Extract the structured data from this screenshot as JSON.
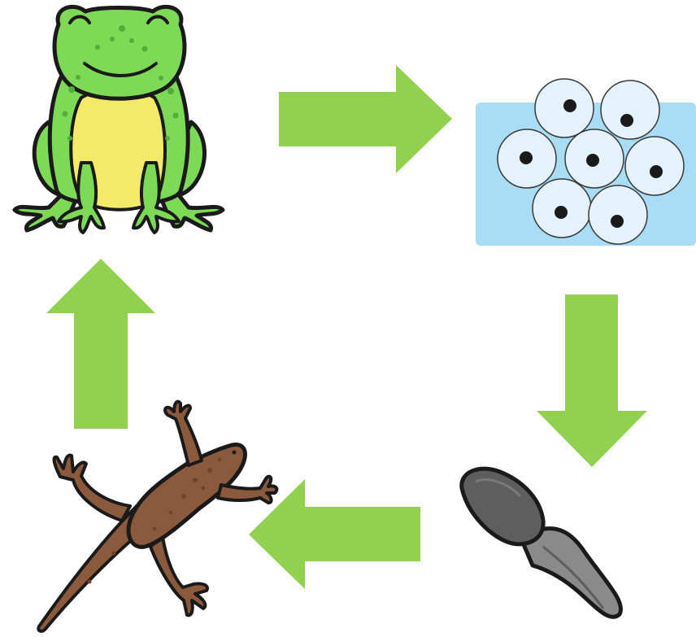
{
  "diagram": {
    "type": "cycle",
    "stages": [
      {
        "id": "frog",
        "icon": "frog-icon"
      },
      {
        "id": "frogspawn",
        "icon": "frogspawn-icon"
      },
      {
        "id": "tadpole",
        "icon": "tadpole-icon"
      },
      {
        "id": "froglet",
        "icon": "froglet-icon"
      }
    ],
    "edges": [
      {
        "from": "frog",
        "to": "frogspawn",
        "direction": "right"
      },
      {
        "from": "frogspawn",
        "to": "tadpole",
        "direction": "down"
      },
      {
        "from": "tadpole",
        "to": "froglet",
        "direction": "left"
      },
      {
        "from": "froglet",
        "to": "frog",
        "direction": "up"
      }
    ]
  },
  "colors": {
    "arrow": "#92d050",
    "frog_body": "#7ed957",
    "frog_belly": "#f3ea6a",
    "frog_spots": "#4fae3a",
    "spawn_water": "#a9dcf5",
    "spawn_egg": "#e3f2fb",
    "spawn_nucleus": "#1a1a1a",
    "tadpole_body": "#5e5e5e",
    "tadpole_tail": "#8a8a8a",
    "froglet_body": "#8b5a3c",
    "froglet_spots": "#6f4429",
    "outline": "#1a1a1a"
  }
}
